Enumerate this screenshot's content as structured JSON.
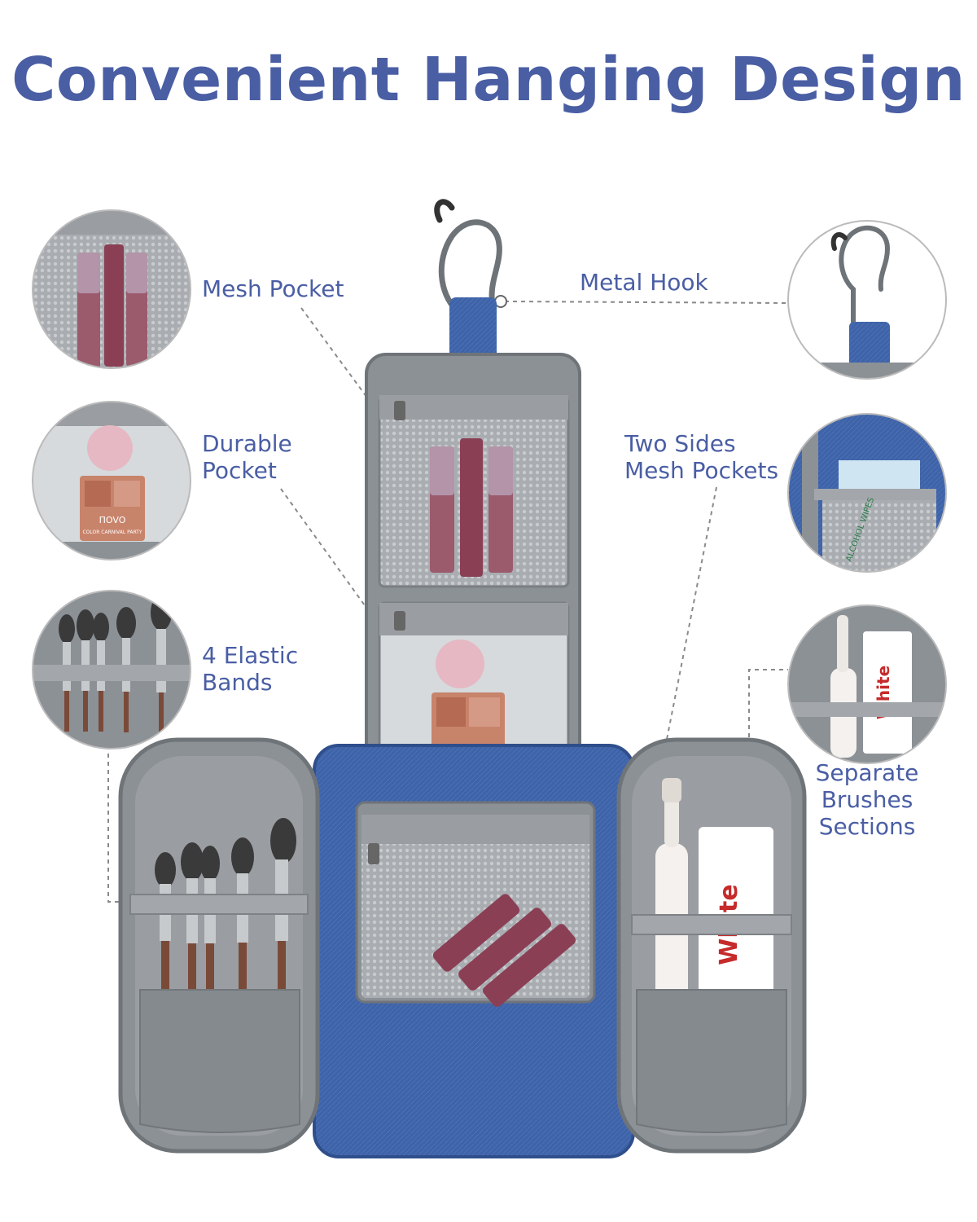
{
  "page": {
    "title": "Convenient Hanging Design"
  },
  "callouts": {
    "mesh_pocket": "Mesh Pocket",
    "durable_pocket": "Durable\nPocket",
    "elastic_bands": "4 Elastic\nBands",
    "metal_hook": "Metal Hook",
    "side_mesh": "Two Sides\nMesh Pockets",
    "brush_sections": "Separate\nBrushes\nSections"
  },
  "product_print": {
    "palette_brand": "ΠOVO",
    "palette_name": "COLOR CARNIVAL PARTY",
    "toothpaste": "White",
    "wipes": "ALCOHOL WIPES"
  },
  "colors": {
    "accent": "#4a5ea4",
    "bag_blue": "#3f63a8",
    "lining_gray": "#8c9196",
    "lining_dark": "#6f7479",
    "leader_line": "#8a8a8a"
  }
}
